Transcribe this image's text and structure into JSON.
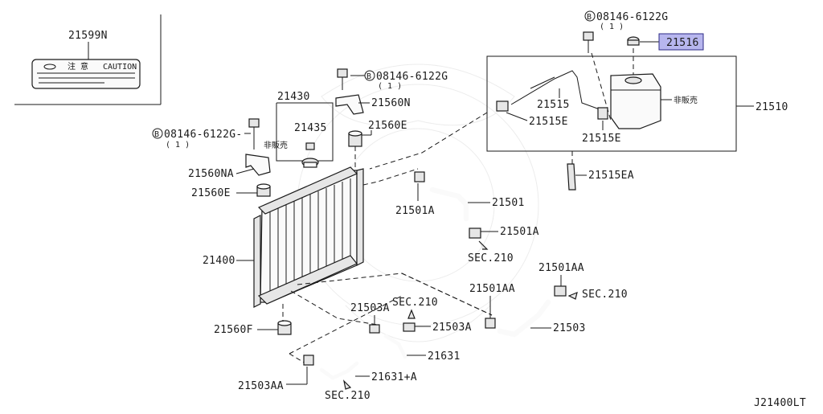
{
  "labels": {
    "p21599N": "21599N",
    "caution_kanji": "注 意",
    "caution": "CAUTION",
    "bolt_b_top": "B",
    "bolt_top": "08146-6122G",
    "qty_top": "( 1 )",
    "p21516": "21516",
    "p21510": "21510",
    "not_for_sale_tank": "非販売",
    "p21515": "21515",
    "p21515E_1": "21515E",
    "p21515E_2": "21515E",
    "p21515EA": "21515EA",
    "bolt_b_mid": "B",
    "bolt_mid": "08146-6122G",
    "qty_mid": "( 1 )",
    "p21560N": "21560N",
    "p21560E_top": "21560E",
    "p21430": "21430",
    "p21435": "21435",
    "not_for_sale_cap": "非販売",
    "bolt_b_left": "B",
    "bolt_left": "08146-6122G-",
    "qty_left": "( 1 )",
    "p21560NA": "21560NA",
    "p21560E_left": "21560E",
    "p21400": "21400",
    "p21560F": "21560F",
    "p21501A_1": "21501A",
    "p21501": "21501",
    "p21501A_2": "21501A",
    "sec210_1": "SEC.210",
    "p21501AA_1": "21501AA",
    "p21501AA_2": "21501AA",
    "sec210_2": "SEC.210",
    "p21503": "21503",
    "p21503A_1": "21503A",
    "sec210_3": "SEC.210",
    "p21503A_2": "21503A",
    "p21631": "21631",
    "p21503AA": "21503AA",
    "p21631A": "21631+A",
    "sec210_4": "SEC.210",
    "diagram_code": "J21400LT"
  },
  "colors": {
    "highlight_fill": "#b7b6ee",
    "highlight_stroke": "#2d2b87",
    "line": "#1a1a1a"
  }
}
